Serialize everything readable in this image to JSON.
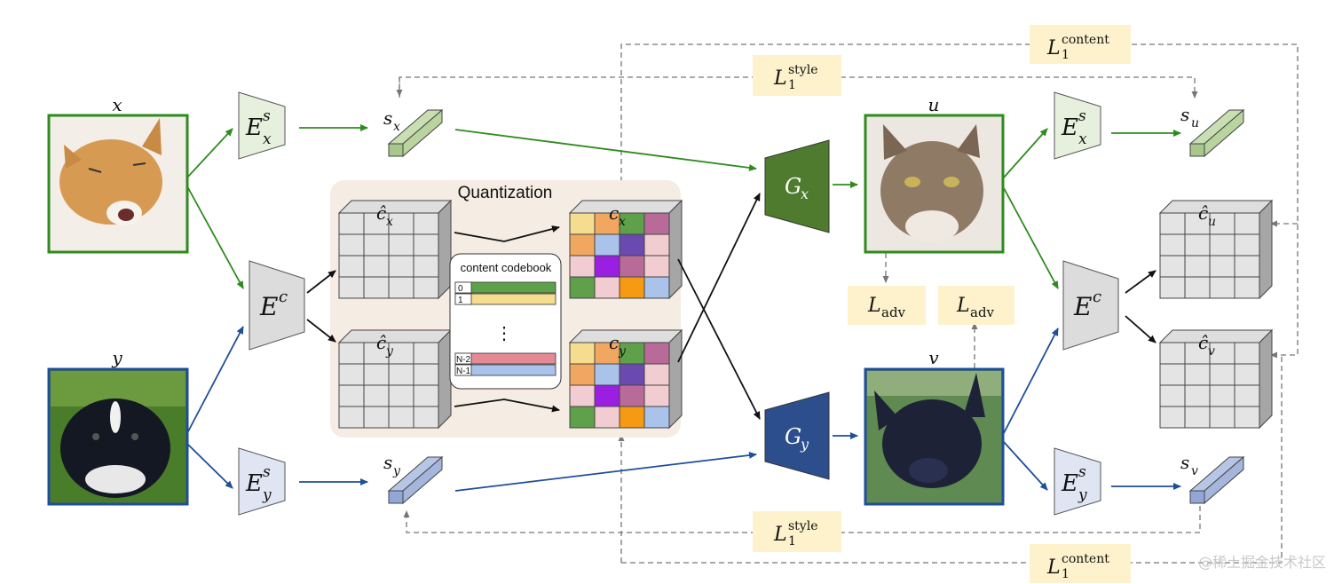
{
  "inputs": {
    "x_label": "x",
    "y_label": "y"
  },
  "outputs": {
    "u_label": "u",
    "v_label": "v"
  },
  "encoders": {
    "style_x": {
      "base": "E",
      "sup": "s",
      "sub": "x"
    },
    "style_y": {
      "base": "E",
      "sup": "s",
      "sub": "y"
    },
    "content": {
      "base": "E",
      "sup": "c"
    }
  },
  "style_codes": {
    "s_x": {
      "base": "s",
      "sub": "x"
    },
    "s_y": {
      "base": "s",
      "sub": "y"
    },
    "s_u": {
      "base": "s",
      "sub": "u"
    },
    "s_v": {
      "base": "s",
      "sub": "v"
    }
  },
  "content_codes": {
    "c_hat_x": {
      "base": "ĉ",
      "sub": "x"
    },
    "c_hat_y": {
      "base": "ĉ",
      "sub": "y"
    },
    "c_x": {
      "base": "c",
      "sub": "x"
    },
    "c_y": {
      "base": "c",
      "sub": "y"
    },
    "c_hat_u": {
      "base": "ĉ",
      "sub": "u"
    },
    "c_hat_v": {
      "base": "ĉ",
      "sub": "v"
    }
  },
  "generators": {
    "g_x": {
      "base": "G",
      "sub": "x"
    },
    "g_y": {
      "base": "G",
      "sub": "y"
    }
  },
  "quantization": {
    "title": "Quantization",
    "codebook_title": "content codebook",
    "rows": [
      "0",
      "1",
      "N-2",
      "N-1"
    ],
    "ellipsis": "⋮"
  },
  "losses": {
    "content_top": {
      "base": "L",
      "sup": "content",
      "sub": "1"
    },
    "style_top": {
      "base": "L",
      "sup": "style",
      "sub": "1"
    },
    "adv_left": {
      "base": "L",
      "sub": "adv"
    },
    "adv_right": {
      "base": "L",
      "sub": "adv"
    },
    "style_bottom": {
      "base": "L",
      "sup": "style",
      "sub": "1"
    },
    "content_bottom": {
      "base": "L",
      "sup": "content",
      "sub": "1"
    }
  },
  "watermark": "@稀土掘金技术社区",
  "colors": {
    "x_green": "#2e8b1e",
    "y_blue": "#1f4e9a",
    "gx_fill": "#4f7b2e",
    "gy_fill": "#2d4e8c",
    "style_x_fill": "#e6f0dc",
    "style_y_fill": "#dfe5f3",
    "loss_fill": "#fdf2cc",
    "quant_bg": "#f5ece3"
  }
}
